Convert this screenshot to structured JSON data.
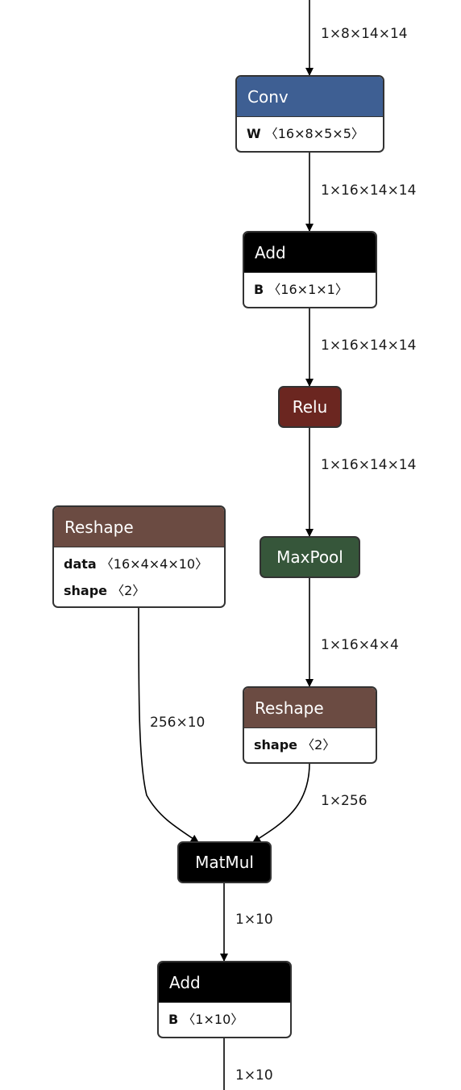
{
  "nodes": {
    "conv": {
      "label": "Conv",
      "attrs": [
        {
          "name": "W",
          "shape": "〈16×8×5×5〉"
        }
      ]
    },
    "add1": {
      "label": "Add",
      "attrs": [
        {
          "name": "B",
          "shape": "〈16×1×1〉"
        }
      ]
    },
    "relu": {
      "label": "Relu"
    },
    "maxpool": {
      "label": "MaxPool"
    },
    "reshape_left": {
      "label": "Reshape",
      "attrs": [
        {
          "name": "data",
          "shape": "〈16×4×4×10〉"
        },
        {
          "name": "shape",
          "shape": "〈2〉"
        }
      ]
    },
    "reshape_right": {
      "label": "Reshape",
      "attrs": [
        {
          "name": "shape",
          "shape": "〈2〉"
        }
      ]
    },
    "matmul": {
      "label": "MatMul"
    },
    "add2": {
      "label": "Add",
      "attrs": [
        {
          "name": "B",
          "shape": "〈1×10〉"
        }
      ]
    }
  },
  "edges": {
    "input_conv": "1×8×14×14",
    "conv_add": "1×16×14×14",
    "add_relu": "1×16×14×14",
    "relu_maxpool": "1×16×14×14",
    "maxpool_reshape": "1×16×4×4",
    "reshape_left_matmul": "256×10",
    "reshape_right_matmul": "1×256",
    "matmul_add": "1×10",
    "add_output": "1×10"
  },
  "colors": {
    "conv": "#3e5f93",
    "add": "#000000",
    "relu": "#6b2620",
    "maxpool": "#36563a",
    "reshape": "#6b4b42",
    "matmul": "#000000",
    "edge": "#000000"
  }
}
